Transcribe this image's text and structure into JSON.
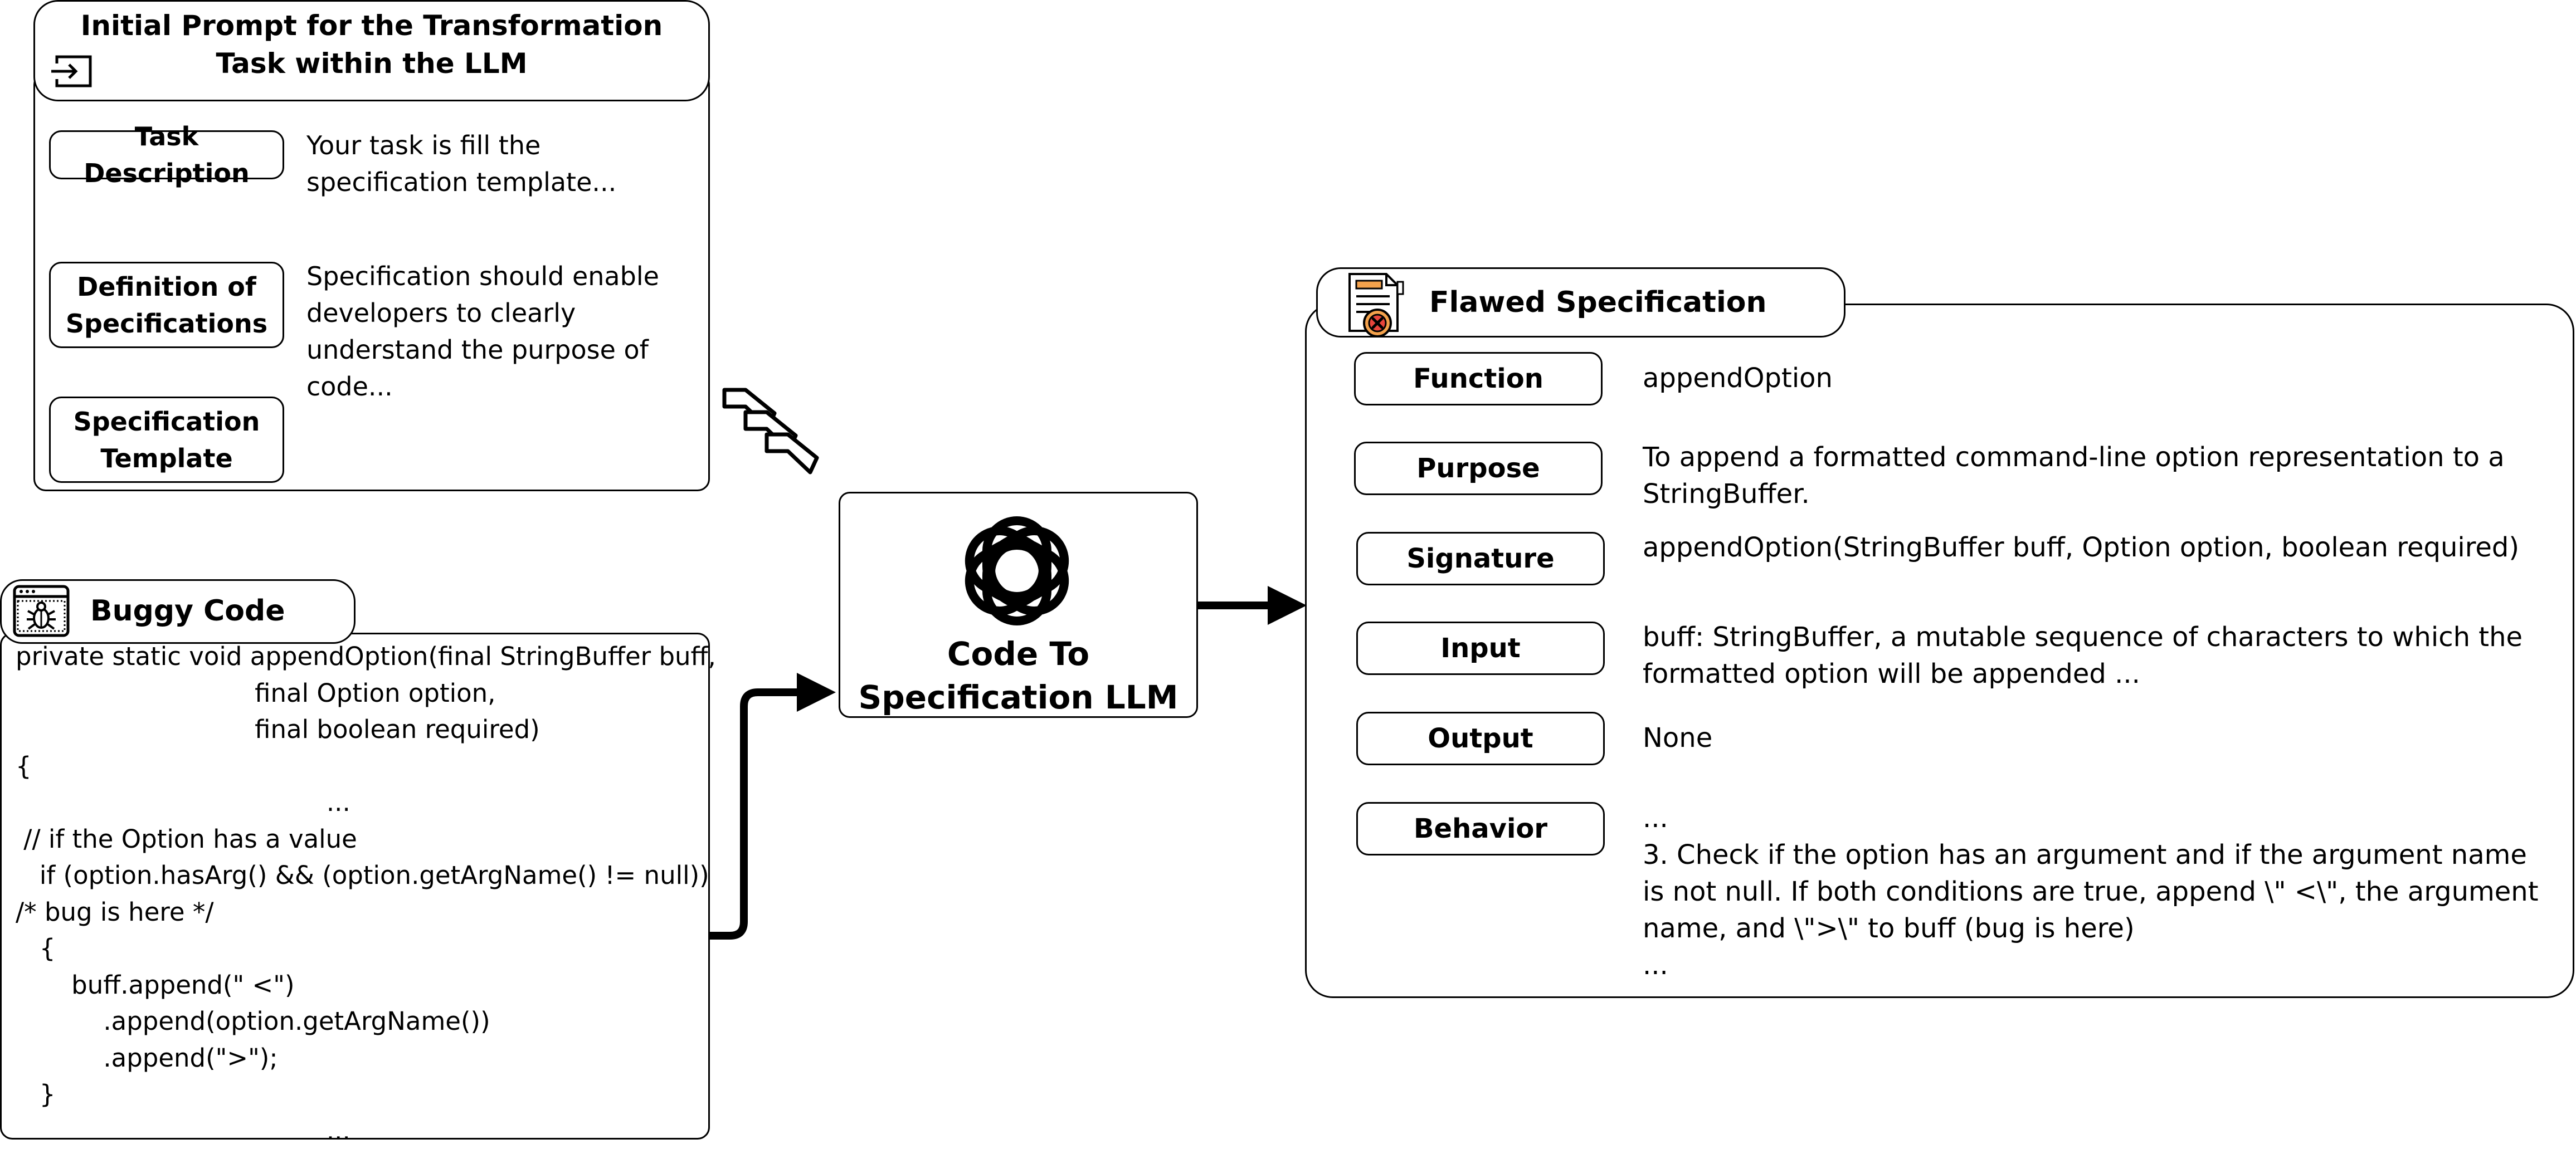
{
  "prompt": {
    "title": "Initial Prompt for the Transformation Task within the LLM",
    "rows": [
      {
        "label": "Task Description",
        "text": "Your task is fill the specification template..."
      },
      {
        "label": "Definition of Specifications",
        "text": "Specification should enable developers to clearly understand the purpose of code..."
      },
      {
        "label": "Specification Template",
        "text": ""
      }
    ]
  },
  "buggy": {
    "title": "Buggy Code",
    "lines": [
      "private static void appendOption(final StringBuffer buff,",
      "                              final Option option,",
      "                              final boolean required)",
      "{",
      "                                       ...",
      " // if the Option has a value",
      "   if (option.hasArg() && (option.getArgName() != null))",
      "/* bug is here */",
      "   {",
      "       buff.append(\" <\")",
      "           .append(option.getArgName())",
      "           .append(\">\");",
      "   }",
      "                                       ..."
    ]
  },
  "llm": {
    "label": "Code To Specification LLM"
  },
  "spec": {
    "title": "Flawed Specification",
    "rows": [
      {
        "label": "Function",
        "text": "appendOption"
      },
      {
        "label": "Purpose",
        "text": "To append a formatted command-line option representation to a StringBuffer."
      },
      {
        "label": "Signature",
        "text": "appendOption(StringBuffer buff, Option option, boolean required)"
      },
      {
        "label": "Input",
        "text": "buff: StringBuffer, a mutable sequence of characters to which the formatted option will be appended ..."
      },
      {
        "label": "Output",
        "text": "None"
      },
      {
        "label": "Behavior",
        "text": "...\n3. Check if the option has an argument and if the argument name is not null. If both conditions are true, append \\\" <\\\", the argument name, and \\\">\\\" to buff (bug is here)\n..."
      }
    ]
  }
}
